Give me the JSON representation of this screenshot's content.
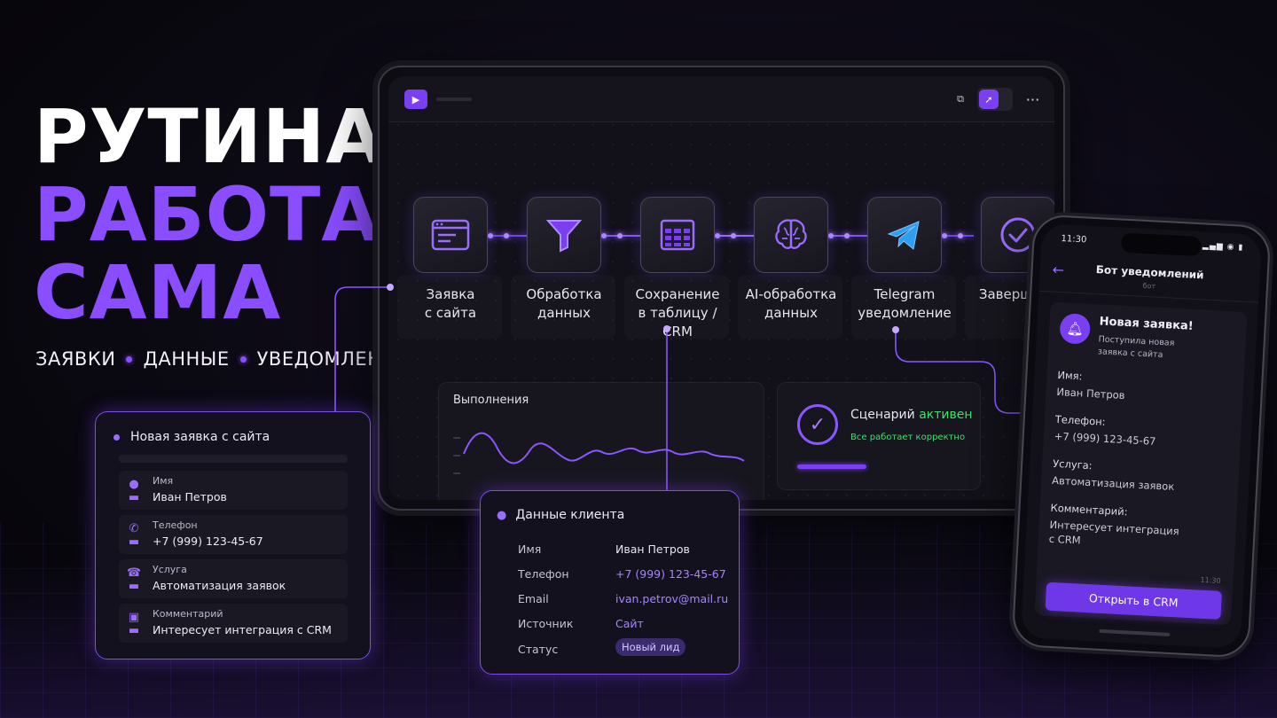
{
  "hero": {
    "line1": "РУТИНА",
    "line2": "РАБОТАЕТ",
    "line3": "САМА",
    "tags": [
      "ЗАЯВКИ",
      "ДАННЫЕ",
      "УВЕДОМЛЕНИЯ"
    ]
  },
  "colors": {
    "accent": "#7b3ff2",
    "accent_light": "#9a6cff",
    "success": "#3ee06a",
    "bg": "#0b0912"
  },
  "toolbar": {
    "play_icon": "play-icon",
    "copy_icon": "copy-icon",
    "share_icon": "share-icon",
    "more_label": "···"
  },
  "flow": {
    "nodes": [
      {
        "label_1": "Заявка",
        "label_2": "с сайта",
        "icon": "browser-form-icon"
      },
      {
        "label_1": "Обработка",
        "label_2": "данных",
        "icon": "funnel-icon"
      },
      {
        "label_1": "Сохранение",
        "label_2": "в таблицу / CRM",
        "icon": "table-icon"
      },
      {
        "label_1": "AI-обработка",
        "label_2": "данных",
        "icon": "brain-icon"
      },
      {
        "label_1": "Telegram",
        "label_2": "уведомление",
        "icon": "telegram-icon"
      },
      {
        "label_1": "Завершено",
        "label_2": "",
        "icon": "check-circle-icon"
      }
    ]
  },
  "executions": {
    "title": "Выполнения"
  },
  "status": {
    "title_prefix": "Сценарий ",
    "title_state": "активен",
    "subtitle": "Все работает корректно",
    "check_glyph": "✓"
  },
  "lead_card": {
    "title": "Новая заявка с сайта",
    "fields": [
      {
        "label": "Имя",
        "value": "Иван Петров"
      },
      {
        "label": "Телефон",
        "value": "+7 (999) 123-45-67"
      },
      {
        "label": "Услуга",
        "value": "Автоматизация заявок"
      },
      {
        "label": "Комментарий",
        "value": "Интересует интеграция с CRM"
      }
    ]
  },
  "client_card": {
    "title": "Данные клиента",
    "rows": [
      {
        "key": "Имя",
        "value": "Иван Петров"
      },
      {
        "key": "Телефон",
        "value": "+7 (999) 123-45-67"
      },
      {
        "key": "Email",
        "value": "ivan.petrov@mail.ru"
      },
      {
        "key": "Источник",
        "value": "Сайт"
      },
      {
        "key": "Статус",
        "value": "Новый лид"
      }
    ]
  },
  "phone": {
    "time": "11:30",
    "status_icons": "▂▄▆ ◉ ▮",
    "back_icon": "←",
    "title": "Бот уведомлений",
    "subtitle": "бот",
    "message": {
      "title": "Новая заявка!",
      "subtitle": "Поступила новая заявка с сайта",
      "name_label": "Имя:",
      "name_value": "Иван Петров",
      "phone_label": "Телефон:",
      "phone_value": "+7 (999) 123-45-67",
      "service_label": "Услуга:",
      "service_value": "Автоматизация заявок",
      "comment_label": "Комментарий:",
      "comment_value": "Интересует интеграция с CRM",
      "time": "11:30",
      "button": "Открыть в CRM"
    }
  }
}
